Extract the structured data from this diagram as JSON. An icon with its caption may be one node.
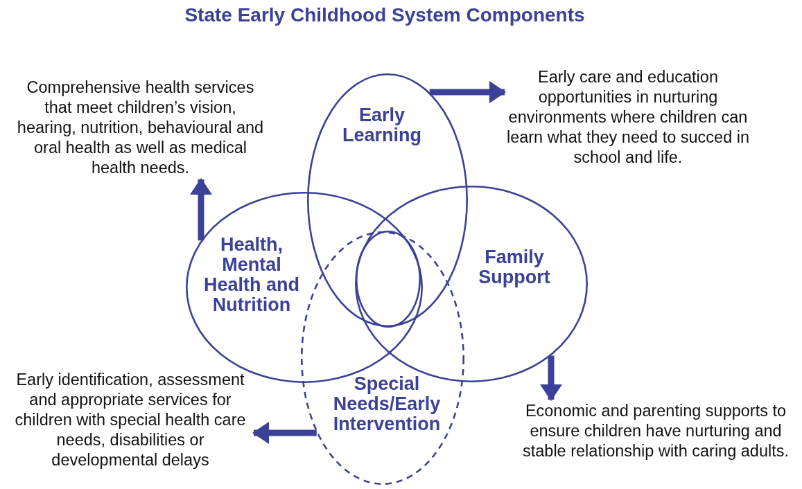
{
  "diagram": {
    "title": "State Early Childhood System Components",
    "nodes": [
      {
        "text": [
          "Comprehensive health services that meet children’s vision, hearing, nutrition, behavioural and oral health as well as medical health needs."
        ]
      },
      {
        "text": [
          "Early Learning"
        ]
      },
      {
        "text": [
          "Early care and education opportunities in nurturing environments where children can learn what they need to succed in school and life."
        ]
      },
      {
        "text": [
          "Health, Mental Health and Nutrition"
        ]
      },
      {
        "text": [
          "Family Support"
        ]
      },
      {
        "text": [],
        "shape": "circle"
      },
      {
        "text": [
          "Special Needs/Early Intervention"
        ]
      },
      {
        "text": [
          "Early identification, assessment and appropriate services for children with special health care needs, disabilities or developmental delays"
        ]
      },
      {
        "text": [
          "Economic and parenting supports to ensure children have nurturing and stable relationship with caring adults."
        ]
      }
    ],
    "edges": [
      {
        "from": 1,
        "to": 2,
        "arrow": "to"
      },
      {
        "from": 3,
        "to": 0,
        "arrow": "to"
      },
      {
        "from": 4,
        "to": 8,
        "arrow": "to"
      },
      {
        "from": 6,
        "to": 7,
        "arrow": "to"
      }
    ]
  }
}
